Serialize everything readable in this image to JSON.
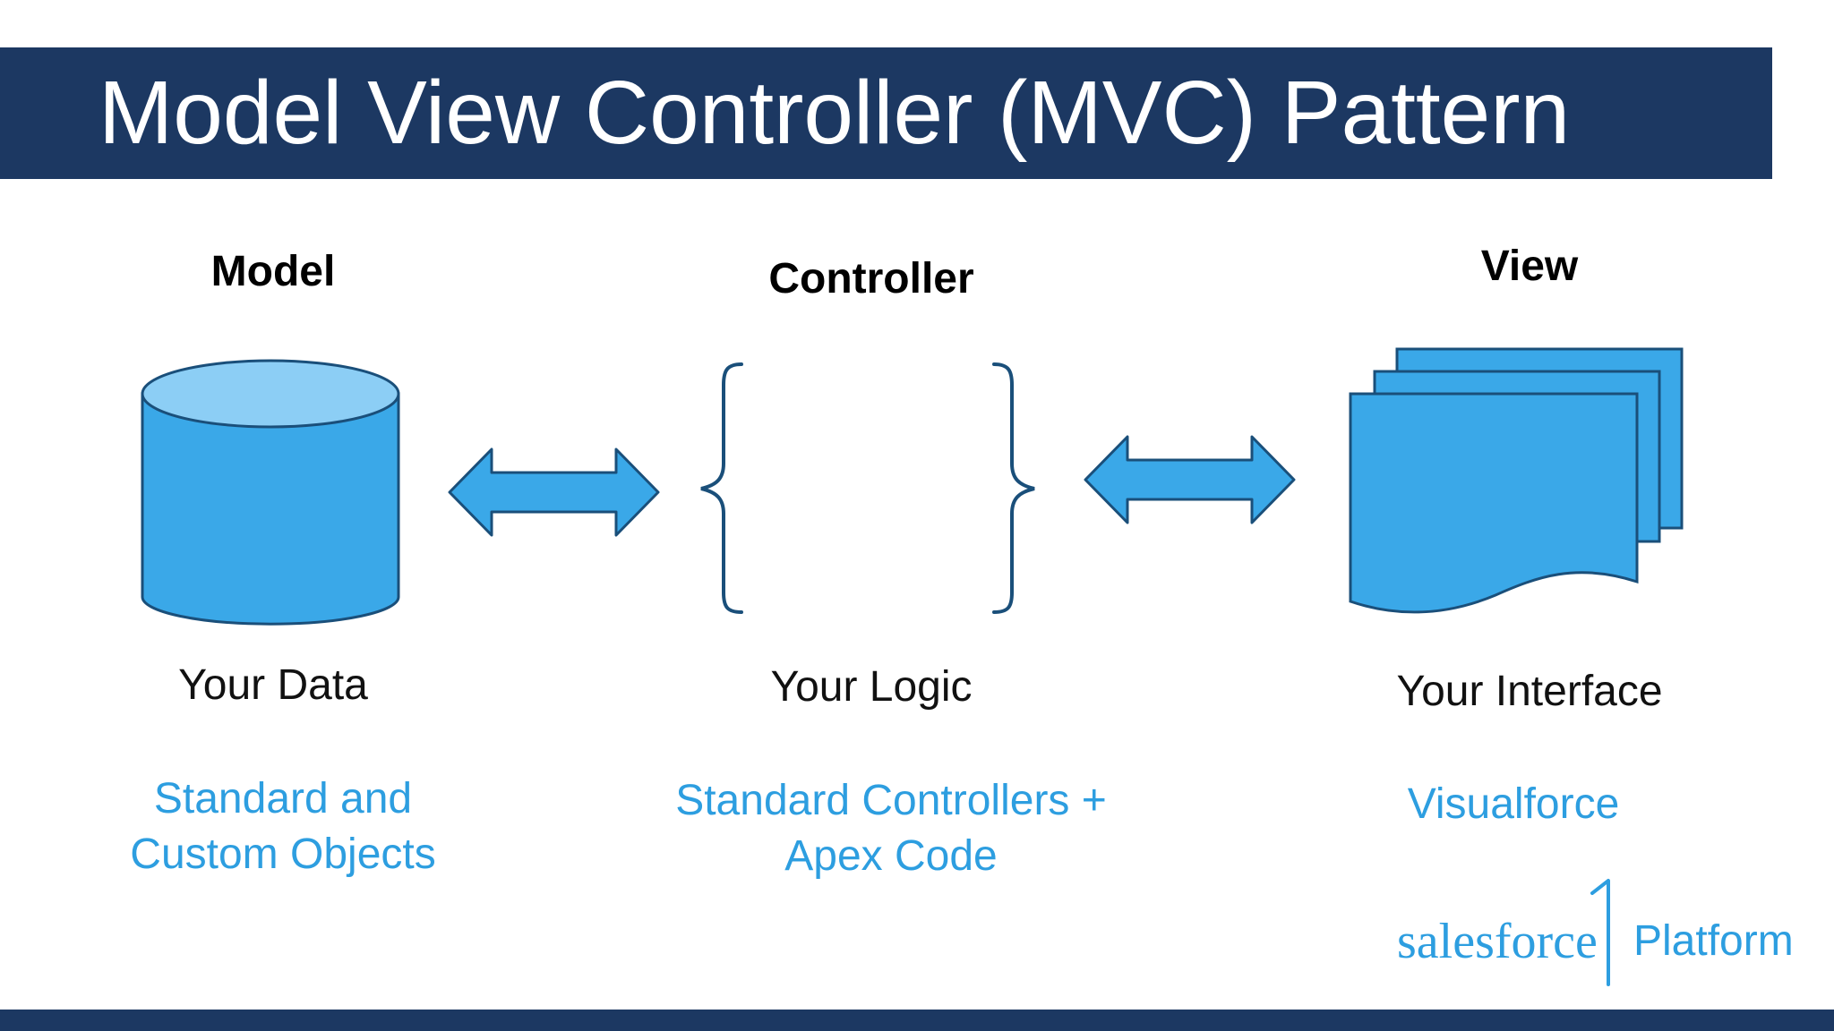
{
  "title": "Model View Controller (MVC) Pattern",
  "columns": [
    {
      "heading": "Model",
      "caption": "Your Data",
      "tech": [
        "Standard and",
        "Custom Objects"
      ],
      "icon": "database-cylinder-icon"
    },
    {
      "heading": "Controller",
      "caption": "Your Logic",
      "tech": [
        "Standard Controllers +",
        "Apex Code"
      ],
      "icon": "curly-braces-icon"
    },
    {
      "heading": "View",
      "caption": "Your Interface",
      "tech": [
        "Visualforce"
      ],
      "icon": "stacked-pages-icon"
    }
  ],
  "brand": {
    "name": "salesforce",
    "mark": "1",
    "product": "Platform"
  },
  "colors": {
    "title_bar": "#1c3862",
    "shape_fill": "#3aa8e8",
    "shape_stroke": "#1a4f7a",
    "accent_text": "#2d9ee0"
  }
}
